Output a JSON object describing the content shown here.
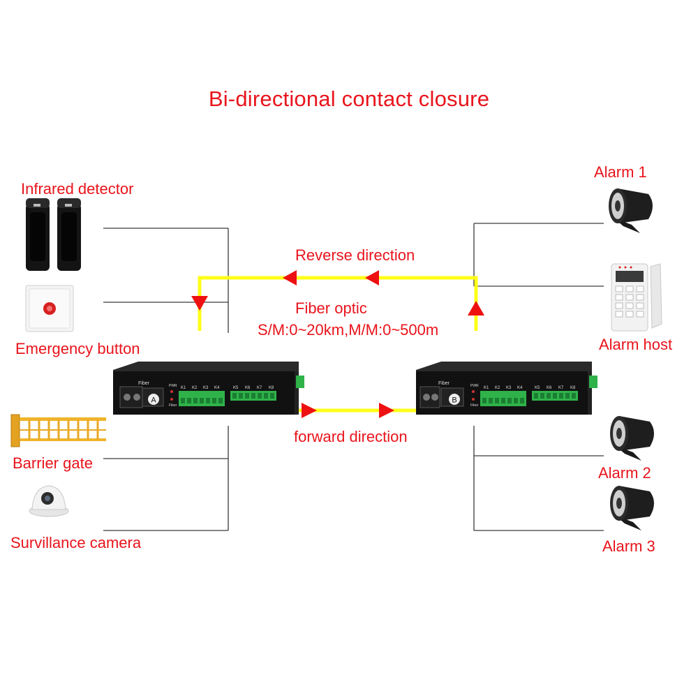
{
  "title": "Bi-directional contact closure",
  "labels": {
    "infrared": "Infrared detector",
    "emergency": "Emergency button",
    "barrier": "Barrier gate",
    "camera": "Survillance camera",
    "alarm1": "Alarm 1",
    "alarm_host": "Alarm host",
    "alarm2": "Alarm 2",
    "alarm3": "Alarm 3",
    "reverse": "Reverse direction",
    "forward": "forward direction",
    "fiber_title": "Fiber optic",
    "fiber_range": "S/M:0~20km,M/M:0~500m"
  },
  "unit_a": {
    "letter": "A",
    "fiber_label": "Fiber",
    "pwr": "PWR",
    "fib": "Fiber",
    "terminals_left": [
      "K1",
      "K2",
      "K3",
      "K4"
    ],
    "terminals_right": [
      "K5",
      "K6",
      "K7",
      "K8"
    ]
  },
  "unit_b": {
    "letter": "B",
    "fiber_label": "Fiber",
    "pwr": "PWR",
    "fib": "Fiber",
    "terminals_left": [
      "K1",
      "K2",
      "K3",
      "K4"
    ],
    "terminals_right": [
      "K5",
      "K6",
      "K7",
      "K8"
    ]
  },
  "colors": {
    "text": "#e8141c",
    "fiber": "#ffff1a",
    "arrow": "#ee1111",
    "wire": "#333333",
    "device": "#1a1a1a",
    "terminal": "#2fb24a"
  }
}
